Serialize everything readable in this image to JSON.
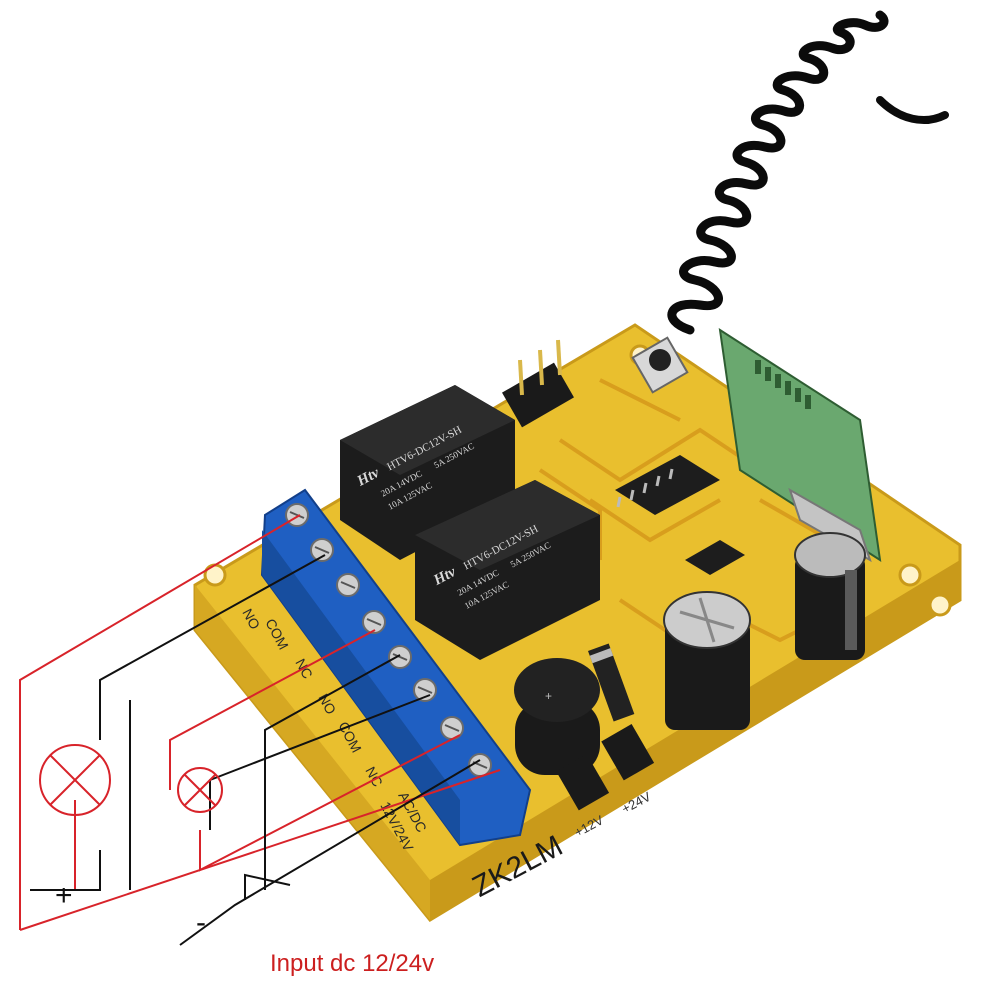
{
  "board": {
    "model": "ZK2LM",
    "terminal_labels": [
      "NO",
      "COM",
      "NC",
      "NO",
      "COM",
      "NC",
      "AC/DC",
      "12V/24V"
    ],
    "jumper_labels": [
      "+12V",
      "+24V"
    ],
    "relays": [
      {
        "brand": "Htv",
        "part": "HTV6-DC12V-SH",
        "rating1": "20A 14VDC",
        "rating2": "5A 250VAC",
        "rating3": "10A 125VAC"
      },
      {
        "brand": "Htv",
        "part": "HTV6-DC12V-SH",
        "rating1": "20A 14VDC",
        "rating2": "5A 250VAC",
        "rating3": "10A 125VAC"
      }
    ]
  },
  "wiring": {
    "plus_label": "+",
    "minus_label": "-",
    "caption": "Input dc 12/24v",
    "colors": {
      "positive": "#d8232a",
      "negative": "#111111"
    }
  },
  "colors": {
    "pcb": "#e9bf2e",
    "pcb_trace": "#d79b1c",
    "terminal_block": "#1f5fc2",
    "relay": "#1c1c1c",
    "antenna": "#0b0b0b"
  }
}
